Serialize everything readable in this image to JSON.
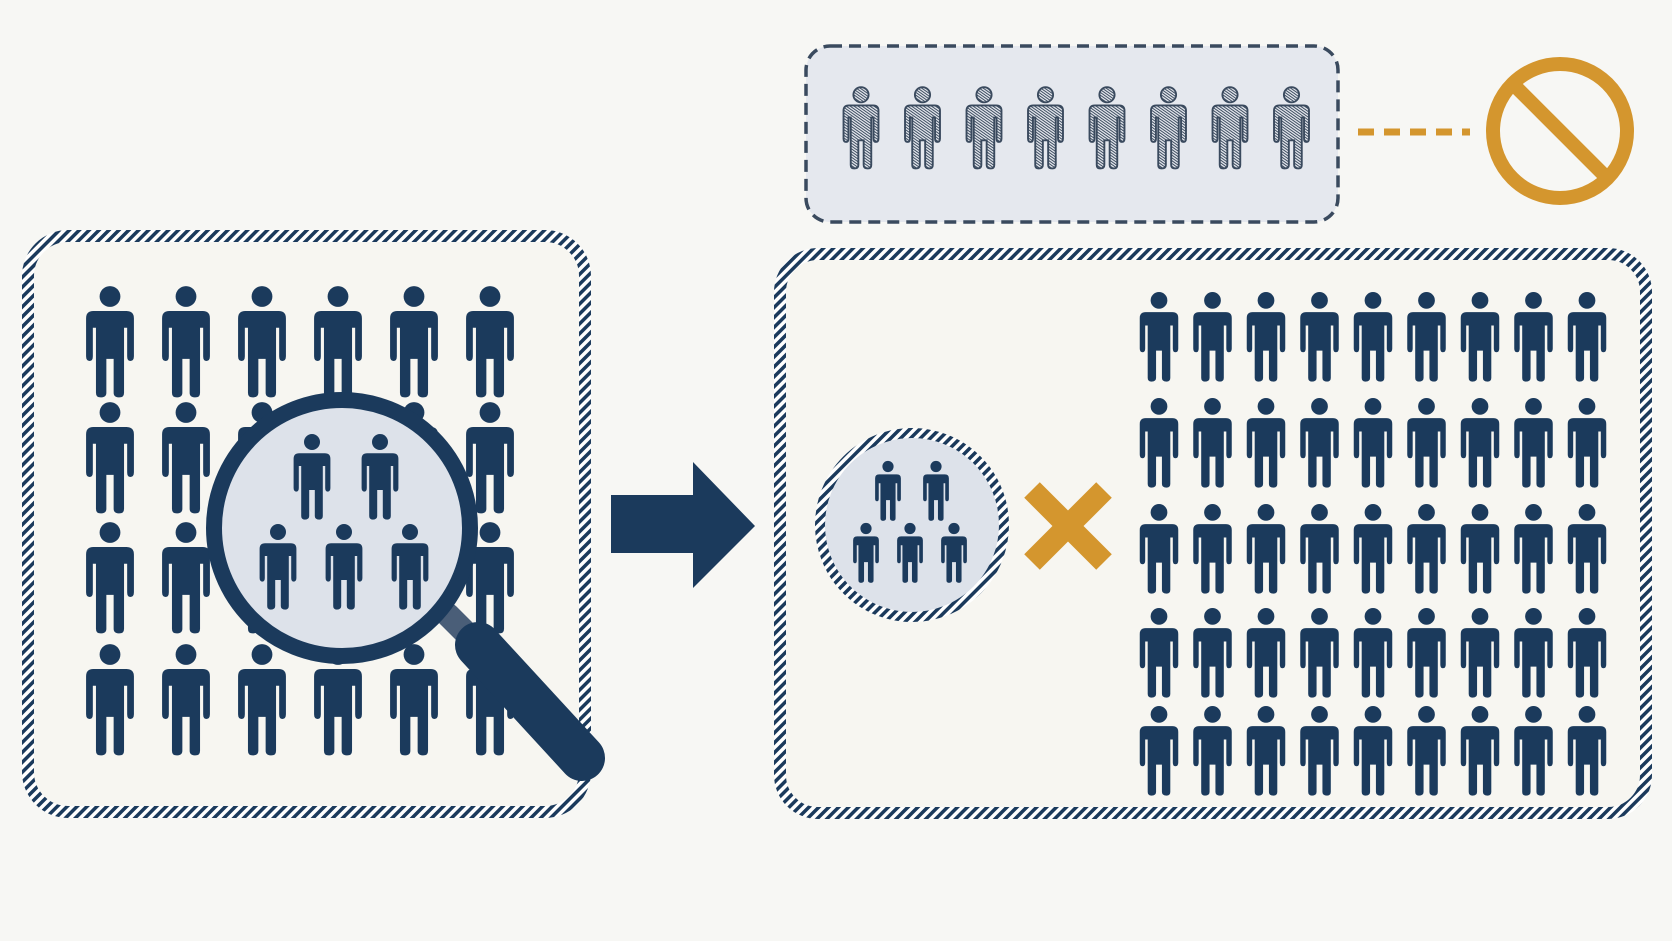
{
  "colors": {
    "background": "#f7f7f4",
    "navy": "#1b3a5c",
    "panel_fill": "#f7f6f1",
    "lens_fill": "#dde2ea",
    "excluded_fill": "#e5e8ee",
    "excluded_stroke": "#3a4a5e",
    "accent_orange": "#d4962e"
  },
  "icons": {
    "people": "person-icon",
    "magnifier": "magnifying-glass-icon",
    "arrow": "right-arrow-icon",
    "multiply": "multiply-x-icon",
    "prohibited": "prohibited-icon"
  },
  "population_panel": {
    "rows": 4,
    "columns": 6,
    "sample_in_lens": 5
  },
  "excluded_group": {
    "count": 8,
    "status": "excluded"
  },
  "extrapolation_panel": {
    "sample_size": 5,
    "rows": 5,
    "columns": 9
  }
}
